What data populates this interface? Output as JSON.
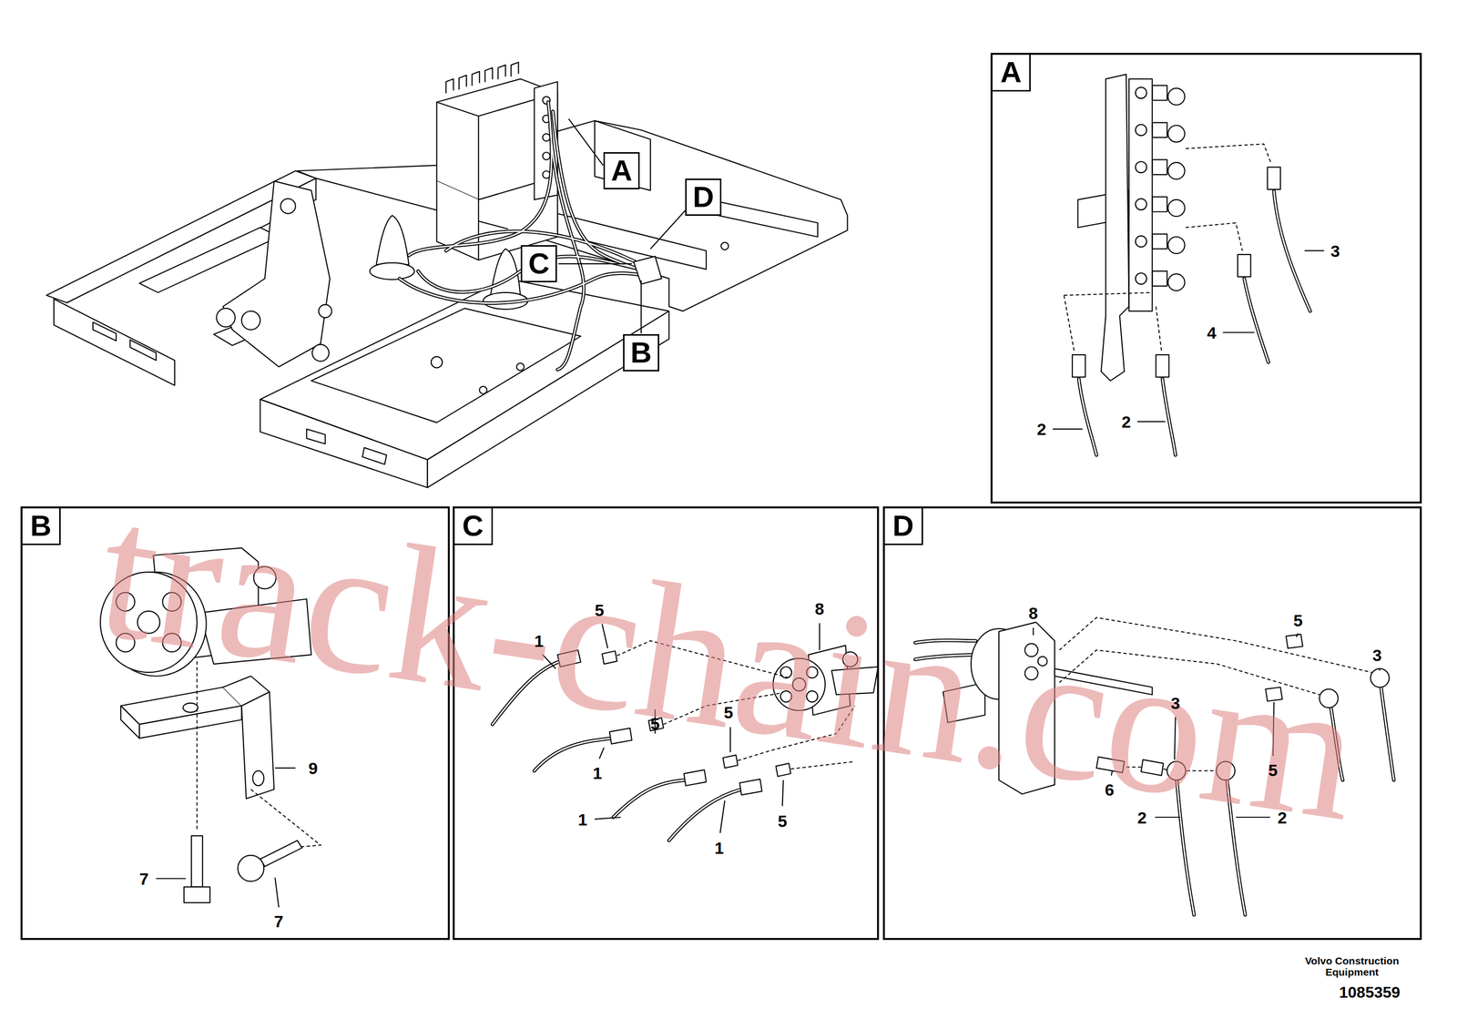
{
  "diagram": {
    "nodes": [
      {
        "text": [
          "A"
        ]
      },
      {
        "text": [
          "D"
        ]
      },
      {
        "text": [
          "C"
        ]
      },
      {
        "text": [
          "B"
        ]
      },
      {
        "text": [
          "A"
        ]
      },
      {
        "text": [
          "B"
        ]
      },
      {
        "text": [
          "C"
        ]
      },
      {
        "text": [
          "D"
        ]
      }
    ],
    "labels": [
      "track-chain.com",
      "3",
      "4",
      "2",
      "2",
      "9",
      "7",
      "7",
      "5",
      "8",
      "1",
      "5",
      "5",
      "1",
      "1",
      "5",
      "1",
      "8",
      "5",
      "3",
      "3",
      "5",
      "6",
      "2",
      "2",
      "Volvo Construction Equipment",
      "1085359"
    ]
  }
}
